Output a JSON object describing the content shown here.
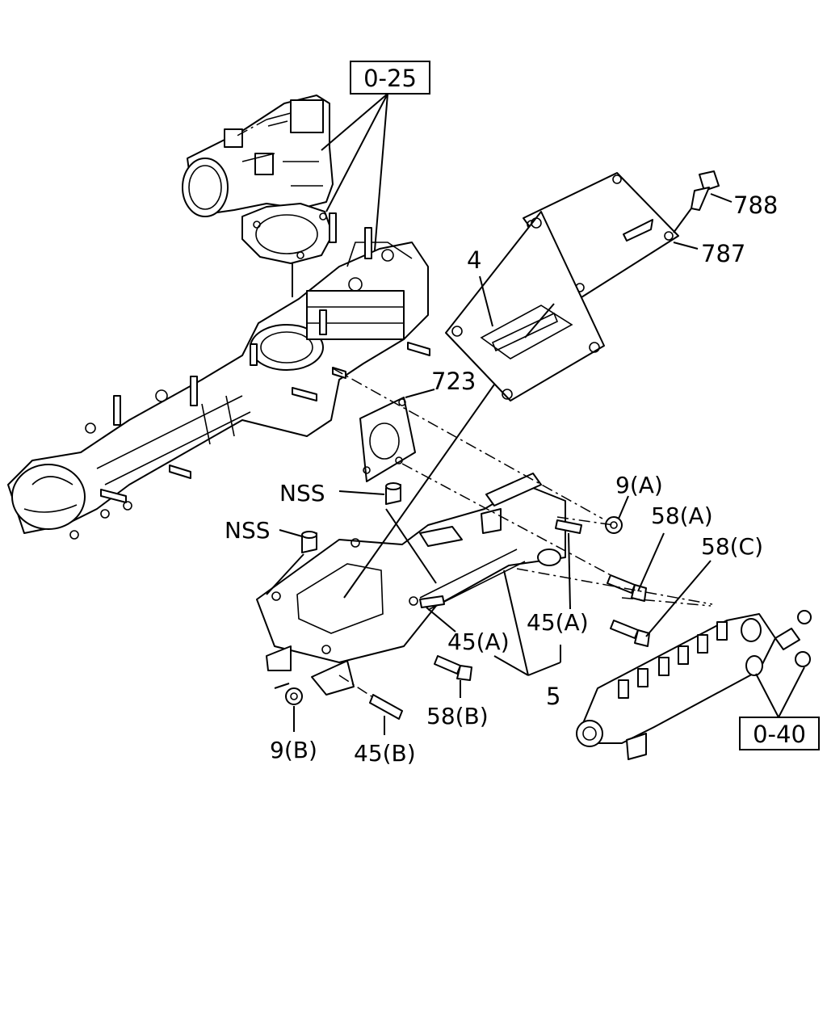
{
  "labels": {
    "ref_0_25": "0-25",
    "p788": "788",
    "p787": "787",
    "p4": "4",
    "p723": "723",
    "p9a": "9(A)",
    "p58a": "58(A)",
    "p58c": "58(C)",
    "nss1": "NSS",
    "nss2": "NSS",
    "p45a_1": "45(A)",
    "p45a_2": "45(A)",
    "p5": "5",
    "p58b": "58(B)",
    "p9b": "9(B)",
    "p45b": "45(B)",
    "ref_0_40": "0-40"
  }
}
